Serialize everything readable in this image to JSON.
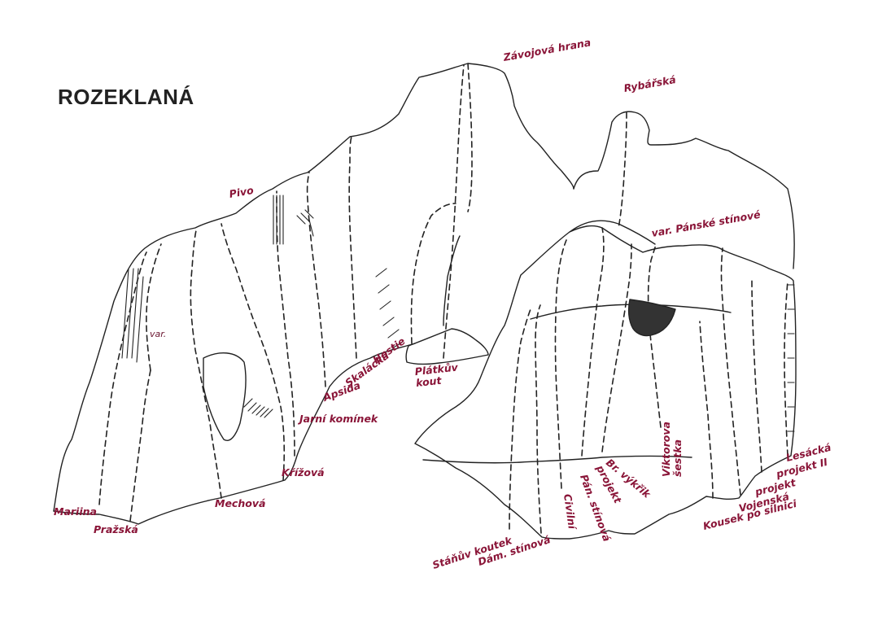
{
  "title": "ROZEKLANÁ",
  "colors": {
    "label": "#8a1538",
    "ink": "#222222",
    "background": "#ffffff"
  },
  "routes": {
    "zavojova_hrana": "Závojová hrana",
    "rybarska": "Rybářská",
    "pivo": "Pivo",
    "var_panske_stinove": "var. Pánské stínové",
    "var": "var.",
    "hostie": "Hostie",
    "platkuv_kout": "Plátkův\nkout",
    "skalacka": "Skalácká",
    "apsida": "Apsida",
    "jarni_kominek": "Jarní komínek",
    "krizova": "Křížová",
    "mechova": "Mechová",
    "mariina": "Mariina",
    "prazska": "Pražská",
    "viktorova_sestka": "Viktorova\nšestka",
    "br_vykrik": "Br. výkřik",
    "projekt_center": "projekt",
    "pan_stinova": "Pán. stínová",
    "civilni": "Civilní",
    "stanuv_koutek": "Stáňův koutek",
    "dam_stinova": "Dám. stínová",
    "lesacka": "Lesácká",
    "projekt_ii": "projekt II",
    "projekt_right": "projekt",
    "vojenska": "Vojenská",
    "kousek_po_silnici": "Kousek po silnici"
  }
}
